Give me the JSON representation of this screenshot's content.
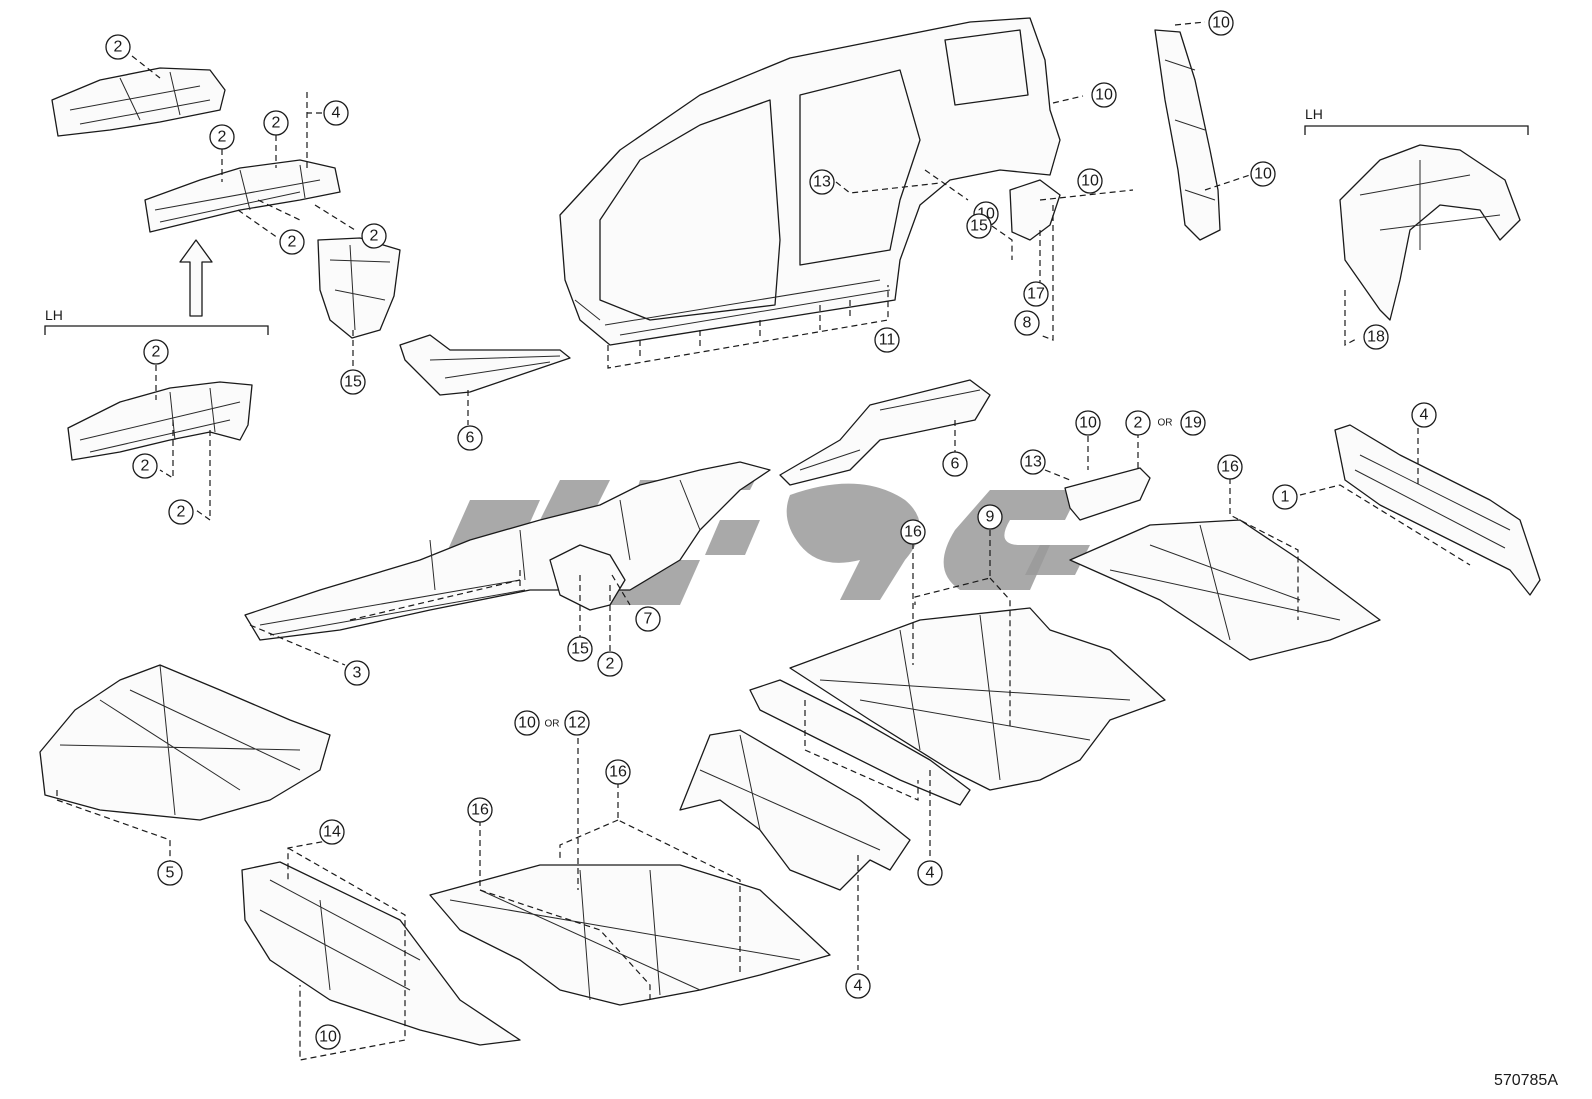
{
  "diagram": {
    "reference_code": "570785A",
    "lh_labels": [
      "LH",
      "LH"
    ],
    "or_word": "OR",
    "callouts": [
      {
        "id": "c-2-a",
        "label": "2"
      },
      {
        "id": "c-2-b",
        "label": "2"
      },
      {
        "id": "c-2-c",
        "label": "2"
      },
      {
        "id": "c-4-a",
        "label": "4"
      },
      {
        "id": "c-2-d",
        "label": "2"
      },
      {
        "id": "c-2-e",
        "label": "2"
      },
      {
        "id": "c-2-f",
        "label": "2"
      },
      {
        "id": "c-2-g",
        "label": "2"
      },
      {
        "id": "c-2-h",
        "label": "2"
      },
      {
        "id": "c-15-a",
        "label": "15"
      },
      {
        "id": "c-6-a",
        "label": "6"
      },
      {
        "id": "c-13-a",
        "label": "13"
      },
      {
        "id": "c-10-a",
        "label": "10"
      },
      {
        "id": "c-10-b",
        "label": "10"
      },
      {
        "id": "c-10-c",
        "label": "10"
      },
      {
        "id": "c-15-b",
        "label": "15"
      },
      {
        "id": "c-17",
        "label": "17"
      },
      {
        "id": "c-8",
        "label": "8"
      },
      {
        "id": "c-11",
        "label": "11"
      },
      {
        "id": "c-10-d",
        "label": "10"
      },
      {
        "id": "c-10-e",
        "label": "10"
      },
      {
        "id": "c-18",
        "label": "18"
      },
      {
        "id": "c-6-b",
        "label": "6"
      },
      {
        "id": "c-10-f",
        "label": "10"
      },
      {
        "id": "c-2-or",
        "label": "2"
      },
      {
        "id": "c-19",
        "label": "19"
      },
      {
        "id": "c-4-b",
        "label": "4"
      },
      {
        "id": "c-13-b",
        "label": "13"
      },
      {
        "id": "c-16-a",
        "label": "16"
      },
      {
        "id": "c-1",
        "label": "1"
      },
      {
        "id": "c-16-b",
        "label": "16"
      },
      {
        "id": "c-9",
        "label": "9"
      },
      {
        "id": "c-7",
        "label": "7"
      },
      {
        "id": "c-15-c",
        "label": "15"
      },
      {
        "id": "c-2-i",
        "label": "2"
      },
      {
        "id": "c-3",
        "label": "3"
      },
      {
        "id": "c-10-or",
        "label": "10"
      },
      {
        "id": "c-12",
        "label": "12"
      },
      {
        "id": "c-16-c",
        "label": "16"
      },
      {
        "id": "c-16-d",
        "label": "16"
      },
      {
        "id": "c-4-c",
        "label": "4"
      },
      {
        "id": "c-5",
        "label": "5"
      },
      {
        "id": "c-14",
        "label": "14"
      },
      {
        "id": "c-4-d",
        "label": "4"
      },
      {
        "id": "c-10-g",
        "label": "10"
      }
    ]
  }
}
